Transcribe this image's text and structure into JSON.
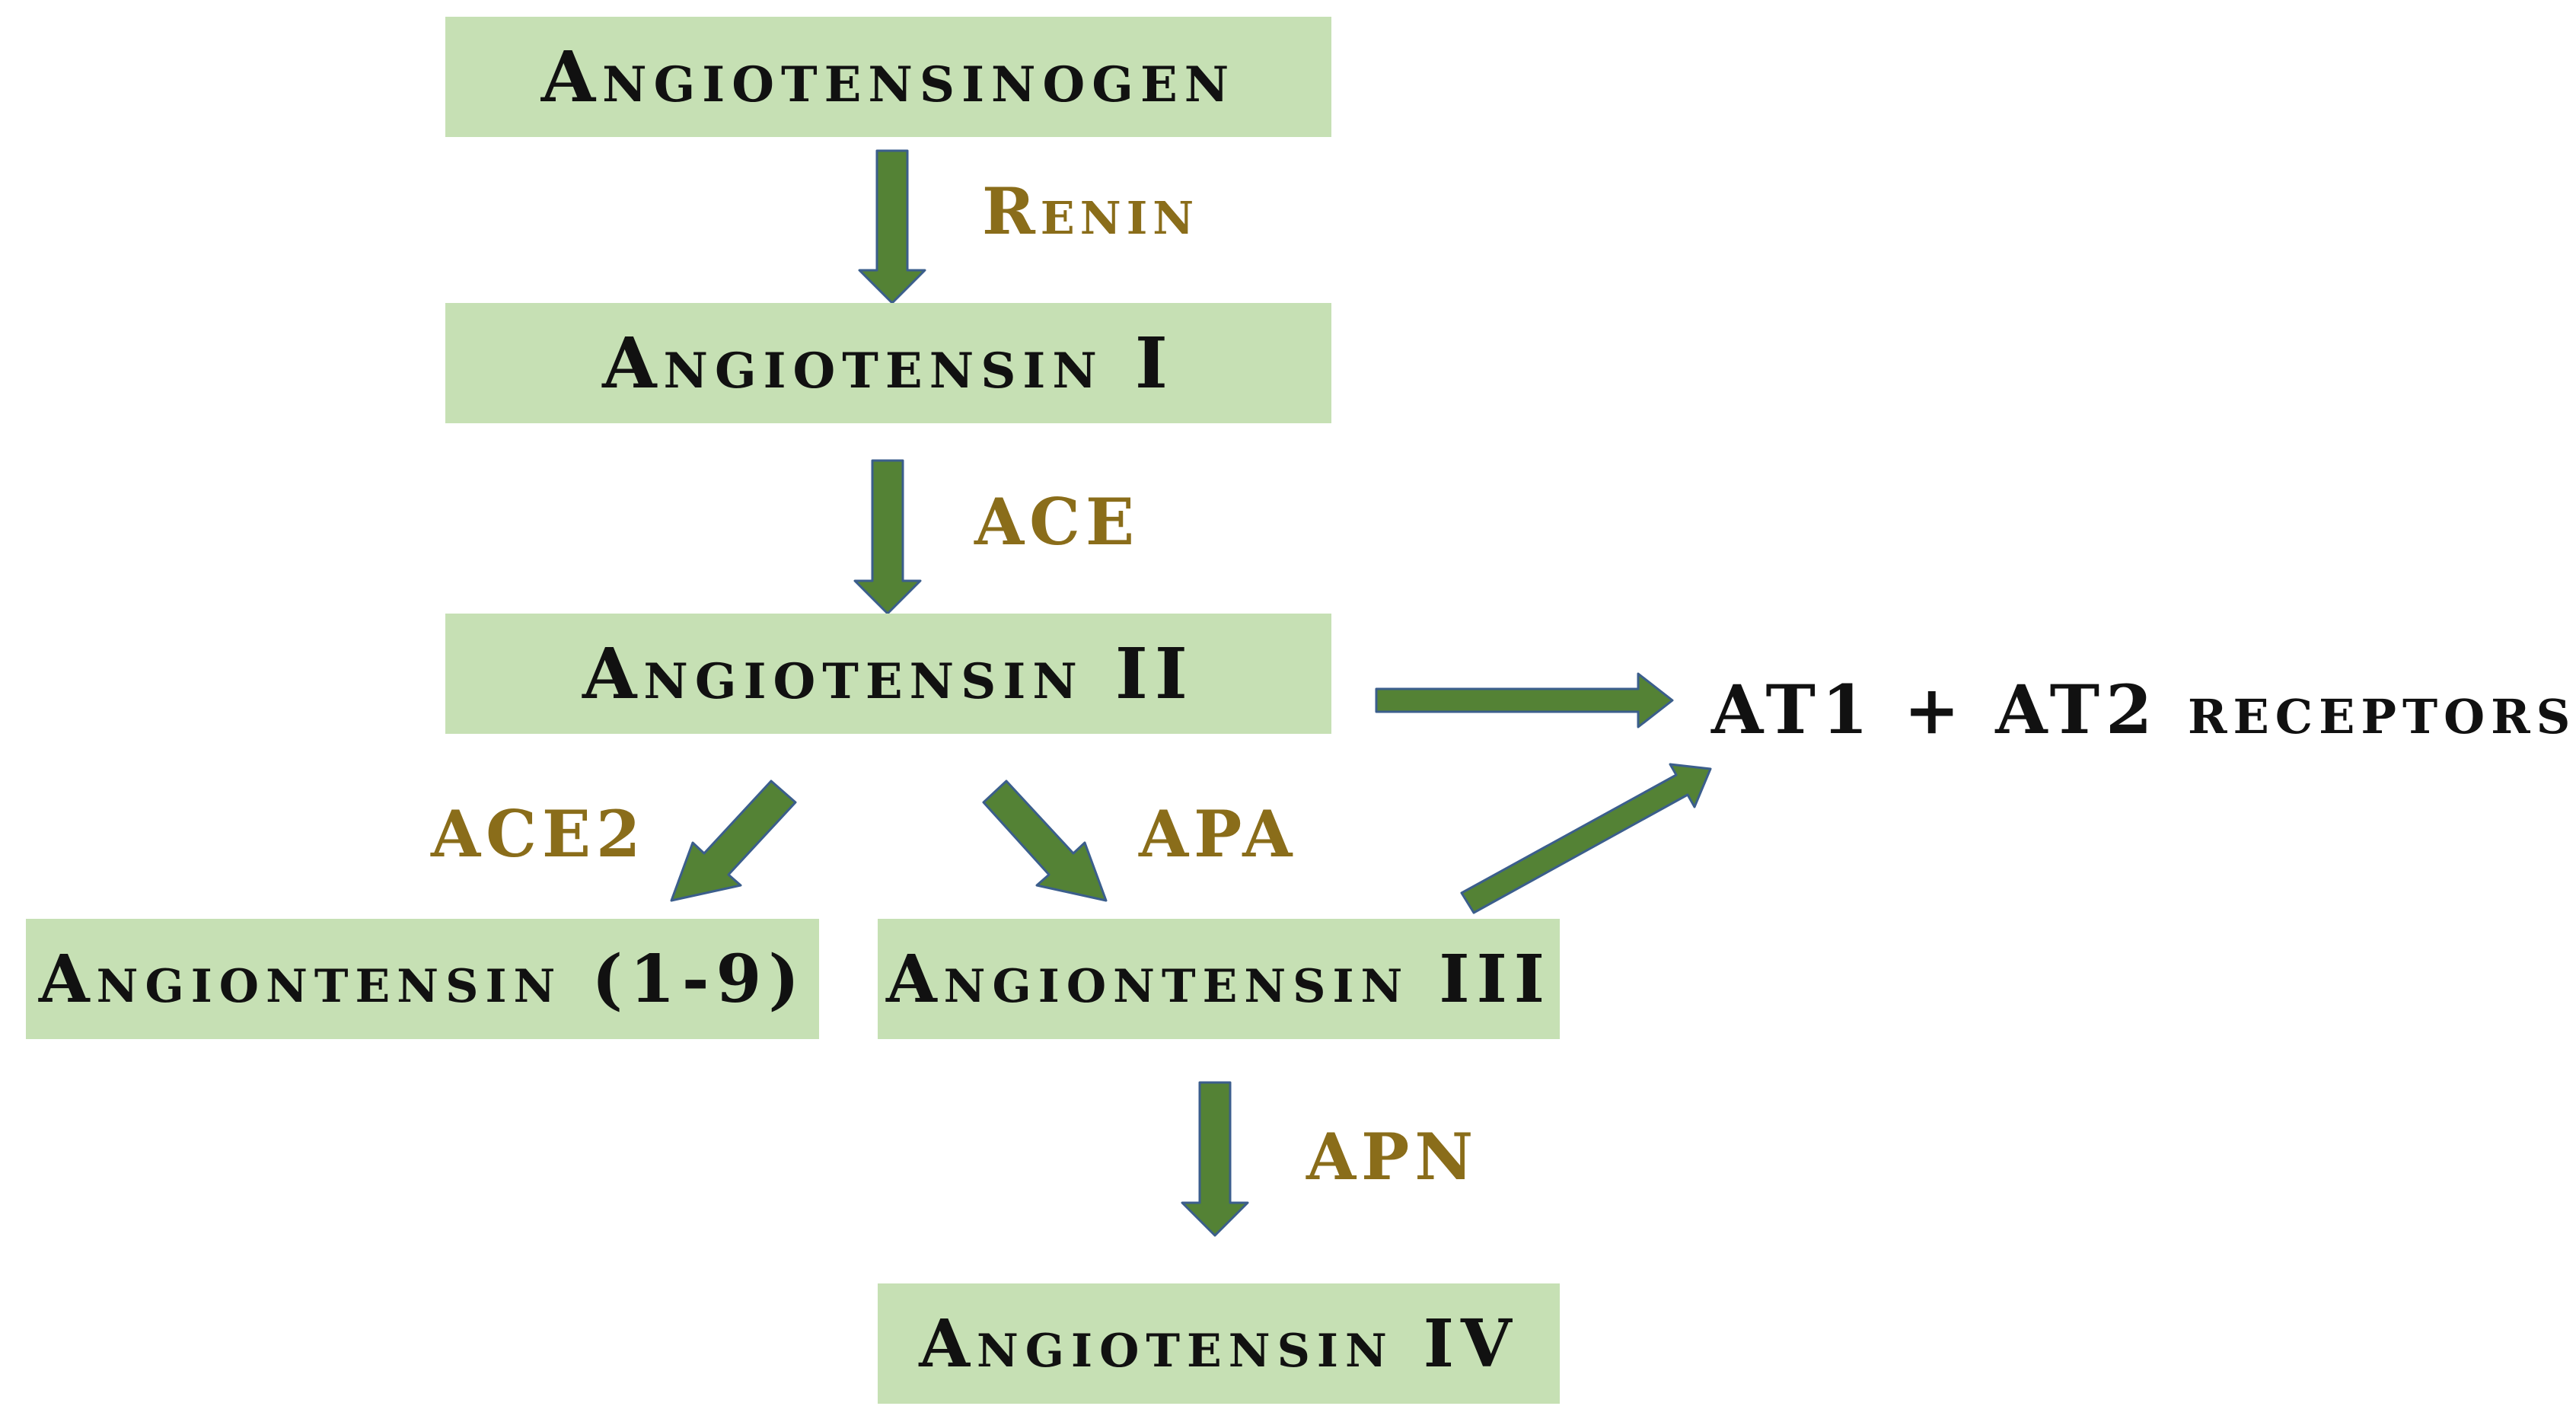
{
  "colors": {
    "box_fill": "#c6e0b4",
    "arrow_fill": "#548235",
    "arrow_stroke": "#3b5e8c",
    "enzyme_text": "#8a6d1a",
    "label_text": "#111111"
  },
  "nodes": {
    "angiotensinogen": "Angiotensinogen",
    "angiotensin_i": "Angiotensin I",
    "angiotensin_ii": "Angiotensin II",
    "angiontensin_1_9": "Angiontensin (1-9)",
    "angiontensin_iii": "Angiontensin III",
    "angiotensin_iv": "Angiotensin IV"
  },
  "enzymes": {
    "renin": "Renin",
    "ace": "ACE",
    "ace2": "ACE2",
    "apa": "APA",
    "apn": "APN"
  },
  "target": "AT1 + AT2 receptors"
}
